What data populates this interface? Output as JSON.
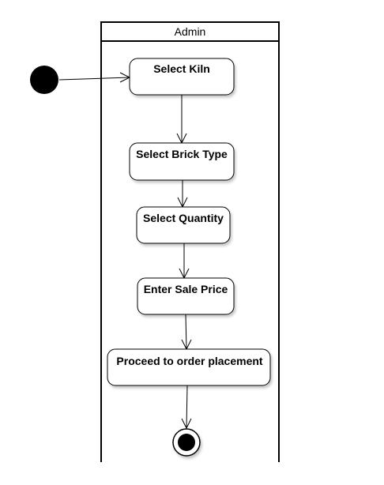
{
  "swimlane": {
    "title": "Admin"
  },
  "activities": [
    {
      "id": "select-kiln",
      "label": "Select Kiln"
    },
    {
      "id": "select-brick-type",
      "label": "Select Brick Type"
    },
    {
      "id": "select-quantity",
      "label": "Select Quantity"
    },
    {
      "id": "enter-sale-price",
      "label": "Enter Sale Price"
    },
    {
      "id": "proceed-to-order-placement",
      "label": "Proceed to order placement"
    }
  ],
  "flows": [
    {
      "from": "start",
      "to": "select-kiln"
    },
    {
      "from": "select-kiln",
      "to": "select-brick-type"
    },
    {
      "from": "select-brick-type",
      "to": "select-quantity"
    },
    {
      "from": "select-quantity",
      "to": "enter-sale-price"
    },
    {
      "from": "enter-sale-price",
      "to": "proceed-to-order-placement"
    },
    {
      "from": "proceed-to-order-placement",
      "to": "end"
    }
  ]
}
